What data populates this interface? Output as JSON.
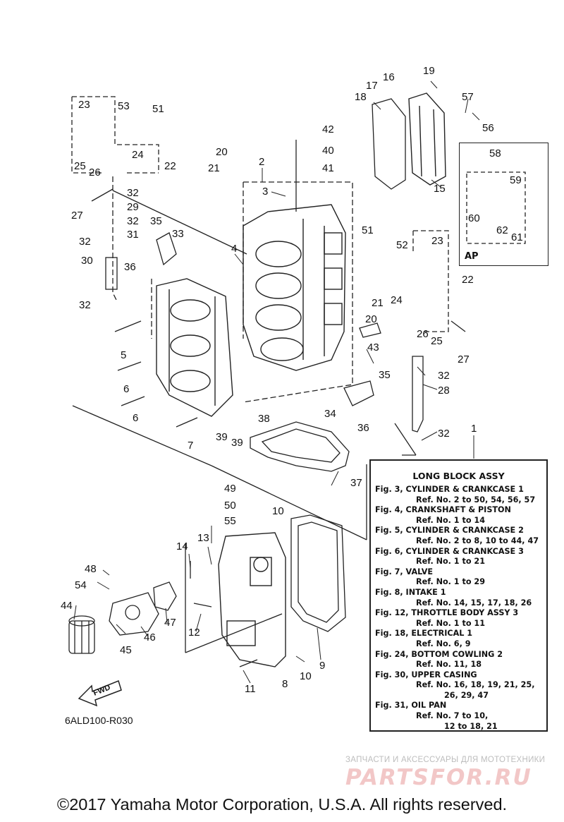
{
  "callouts": {
    "n1": "1",
    "n2": "2",
    "n3": "3",
    "n4": "4",
    "n5": "5",
    "n6a": "6",
    "n6b": "6",
    "n7": "7",
    "n8": "8",
    "n9": "9",
    "n10a": "10",
    "n10b": "10",
    "n11": "11",
    "n12": "12",
    "n13": "13",
    "n14": "14",
    "n15": "15",
    "n16": "16",
    "n17": "17",
    "n18": "18",
    "n19": "19",
    "n20a": "20",
    "n20b": "20",
    "n21a": "21",
    "n21b": "21",
    "n22a": "22",
    "n22b": "22",
    "n23a": "23",
    "n23b": "23",
    "n24a": "24",
    "n24b": "24",
    "n25a": "25",
    "n25b": "25",
    "n26a": "26",
    "n26b": "26",
    "n27a": "27",
    "n27b": "27",
    "n28": "28",
    "n29": "29",
    "n30": "30",
    "n31": "31",
    "n32a": "32",
    "n32b": "32",
    "n32c": "32",
    "n32d": "32",
    "n32e": "32",
    "n32f": "32",
    "n33": "33",
    "n34": "34",
    "n35a": "35",
    "n35b": "35",
    "n36a": "36",
    "n36b": "36",
    "n37": "37",
    "n38": "38",
    "n39a": "39",
    "n39b": "39",
    "n40": "40",
    "n41": "41",
    "n42": "42",
    "n43": "43",
    "n44": "44",
    "n45": "45",
    "n46": "46",
    "n47": "47",
    "n48": "48",
    "n49": "49",
    "n50": "50",
    "n51a": "51",
    "n51b": "51",
    "n52": "52",
    "n53": "53",
    "n54": "54",
    "n55": "55",
    "n56": "56",
    "n57": "57",
    "n58": "58",
    "n59": "59",
    "n60": "60",
    "n61": "61",
    "n62": "62"
  },
  "ap_label": "AP",
  "fwd_label": "FWD",
  "drawing_code": "6ALD100-R030",
  "legend": {
    "title": "LONG BLOCK ASSY",
    "lines": [
      "Fig. 3, CYLINDER & CRANKCASE 1",
      "Ref. No. 2 to 50, 54, 56, 57",
      "Fig. 4, CRANKSHAFT & PISTON",
      "Ref. No. 1 to 14",
      "Fig. 5, CYLINDER & CRANKCASE 2",
      "Ref. No. 2 to 8, 10 to 44, 47",
      "Fig. 6, CYLINDER & CRANKCASE 3",
      "Ref. No. 1 to 21",
      "Fig. 7, VALVE",
      "Ref. No. 1 to 29",
      "Fig. 8, INTAKE 1",
      "Ref. No. 14, 15, 17, 18, 26",
      "Fig. 12, THROTTLE BODY ASSY 3",
      "Ref. No. 1 to 11",
      "Fig. 18, ELECTRICAL 1",
      "Ref. No. 6, 9",
      "Fig. 24, BOTTOM COWLING 2",
      "Ref. No. 11, 18",
      "Fig. 30, UPPER CASING",
      "Ref. No. 16, 18, 19, 21, 25,",
      "26, 29, 47",
      "Fig. 31, OIL PAN",
      "Ref. No. 7 to 10,",
      "12 to 18, 21"
    ]
  },
  "watermark": {
    "small": "ЗАПЧАСТИ И АКСЕССУАРЫ ДЛЯ МОТОТЕХНИКИ",
    "logo": "PARTSFOR.RU"
  },
  "copyright": "©2017 Yamaha Motor Corporation, U.S.A. All rights reserved."
}
